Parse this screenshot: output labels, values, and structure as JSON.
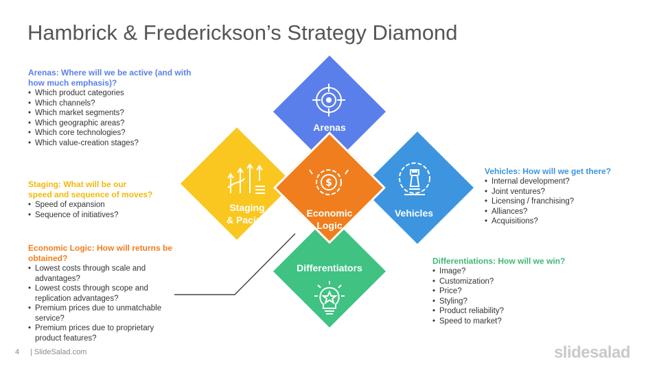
{
  "title": "Hambrick & Frederickson’s Strategy Diamond",
  "colors": {
    "arenas": "#5A7FEA",
    "staging": "#F9C71F",
    "economic": "#F07E1E",
    "vehicles": "#3D95E0",
    "differentiators": "#3FC282"
  },
  "diamonds": {
    "arenas": "Arenas",
    "staging_line1": "Staging",
    "staging_line2": "& Pacing",
    "economic_line1": "Economic",
    "economic_line2": "Logic",
    "vehicles": "Vehicles",
    "differentiators": "Differentiators"
  },
  "arenas": {
    "head_line1": "Arenas: Where will we be active (and with",
    "head_line2": "how much emphasis)?",
    "items": [
      "Which product categories",
      "Which channels?",
      "Which market segments?",
      "Which geographic areas?",
      "Which core technologies?",
      "Which value-creation stages?"
    ]
  },
  "staging": {
    "head_line1": "Staging: What will be our",
    "head_line2": "speed and sequence of moves?",
    "items": [
      "Speed of expansion",
      "Sequence of initiatives?"
    ]
  },
  "economic": {
    "head_line1": "Economic Logic: How will returns be",
    "head_line2": "obtained?",
    "items": [
      [
        "Lowest costs through scale and",
        "advantages?"
      ],
      [
        "Lowest costs through scope and",
        "replication advantages?"
      ],
      [
        "Premium prices due to unmatchable",
        "service?"
      ],
      [
        "Premium prices due to proprietary",
        "product features?"
      ]
    ]
  },
  "vehicles": {
    "head": "Vehicles: How will we get there?",
    "items": [
      "Internal development?",
      "Joint ventures?",
      "Licensing / franchising?",
      "Alliances?",
      "Acquisitions?"
    ]
  },
  "differentiators": {
    "head": "Differentiations: How will we win?",
    "items": [
      "Image?",
      "Customization?",
      "Price?",
      "Styling?",
      "Product reliability?",
      "Speed to market?"
    ]
  },
  "footer": {
    "page": "4",
    "site": "| SlideSalad.com",
    "brand": "slidesalad"
  },
  "icons": [
    "target-icon",
    "growth-arrows-icon",
    "dollar-gear-icon",
    "chess-gear-icon",
    "lightbulb-star-icon"
  ]
}
